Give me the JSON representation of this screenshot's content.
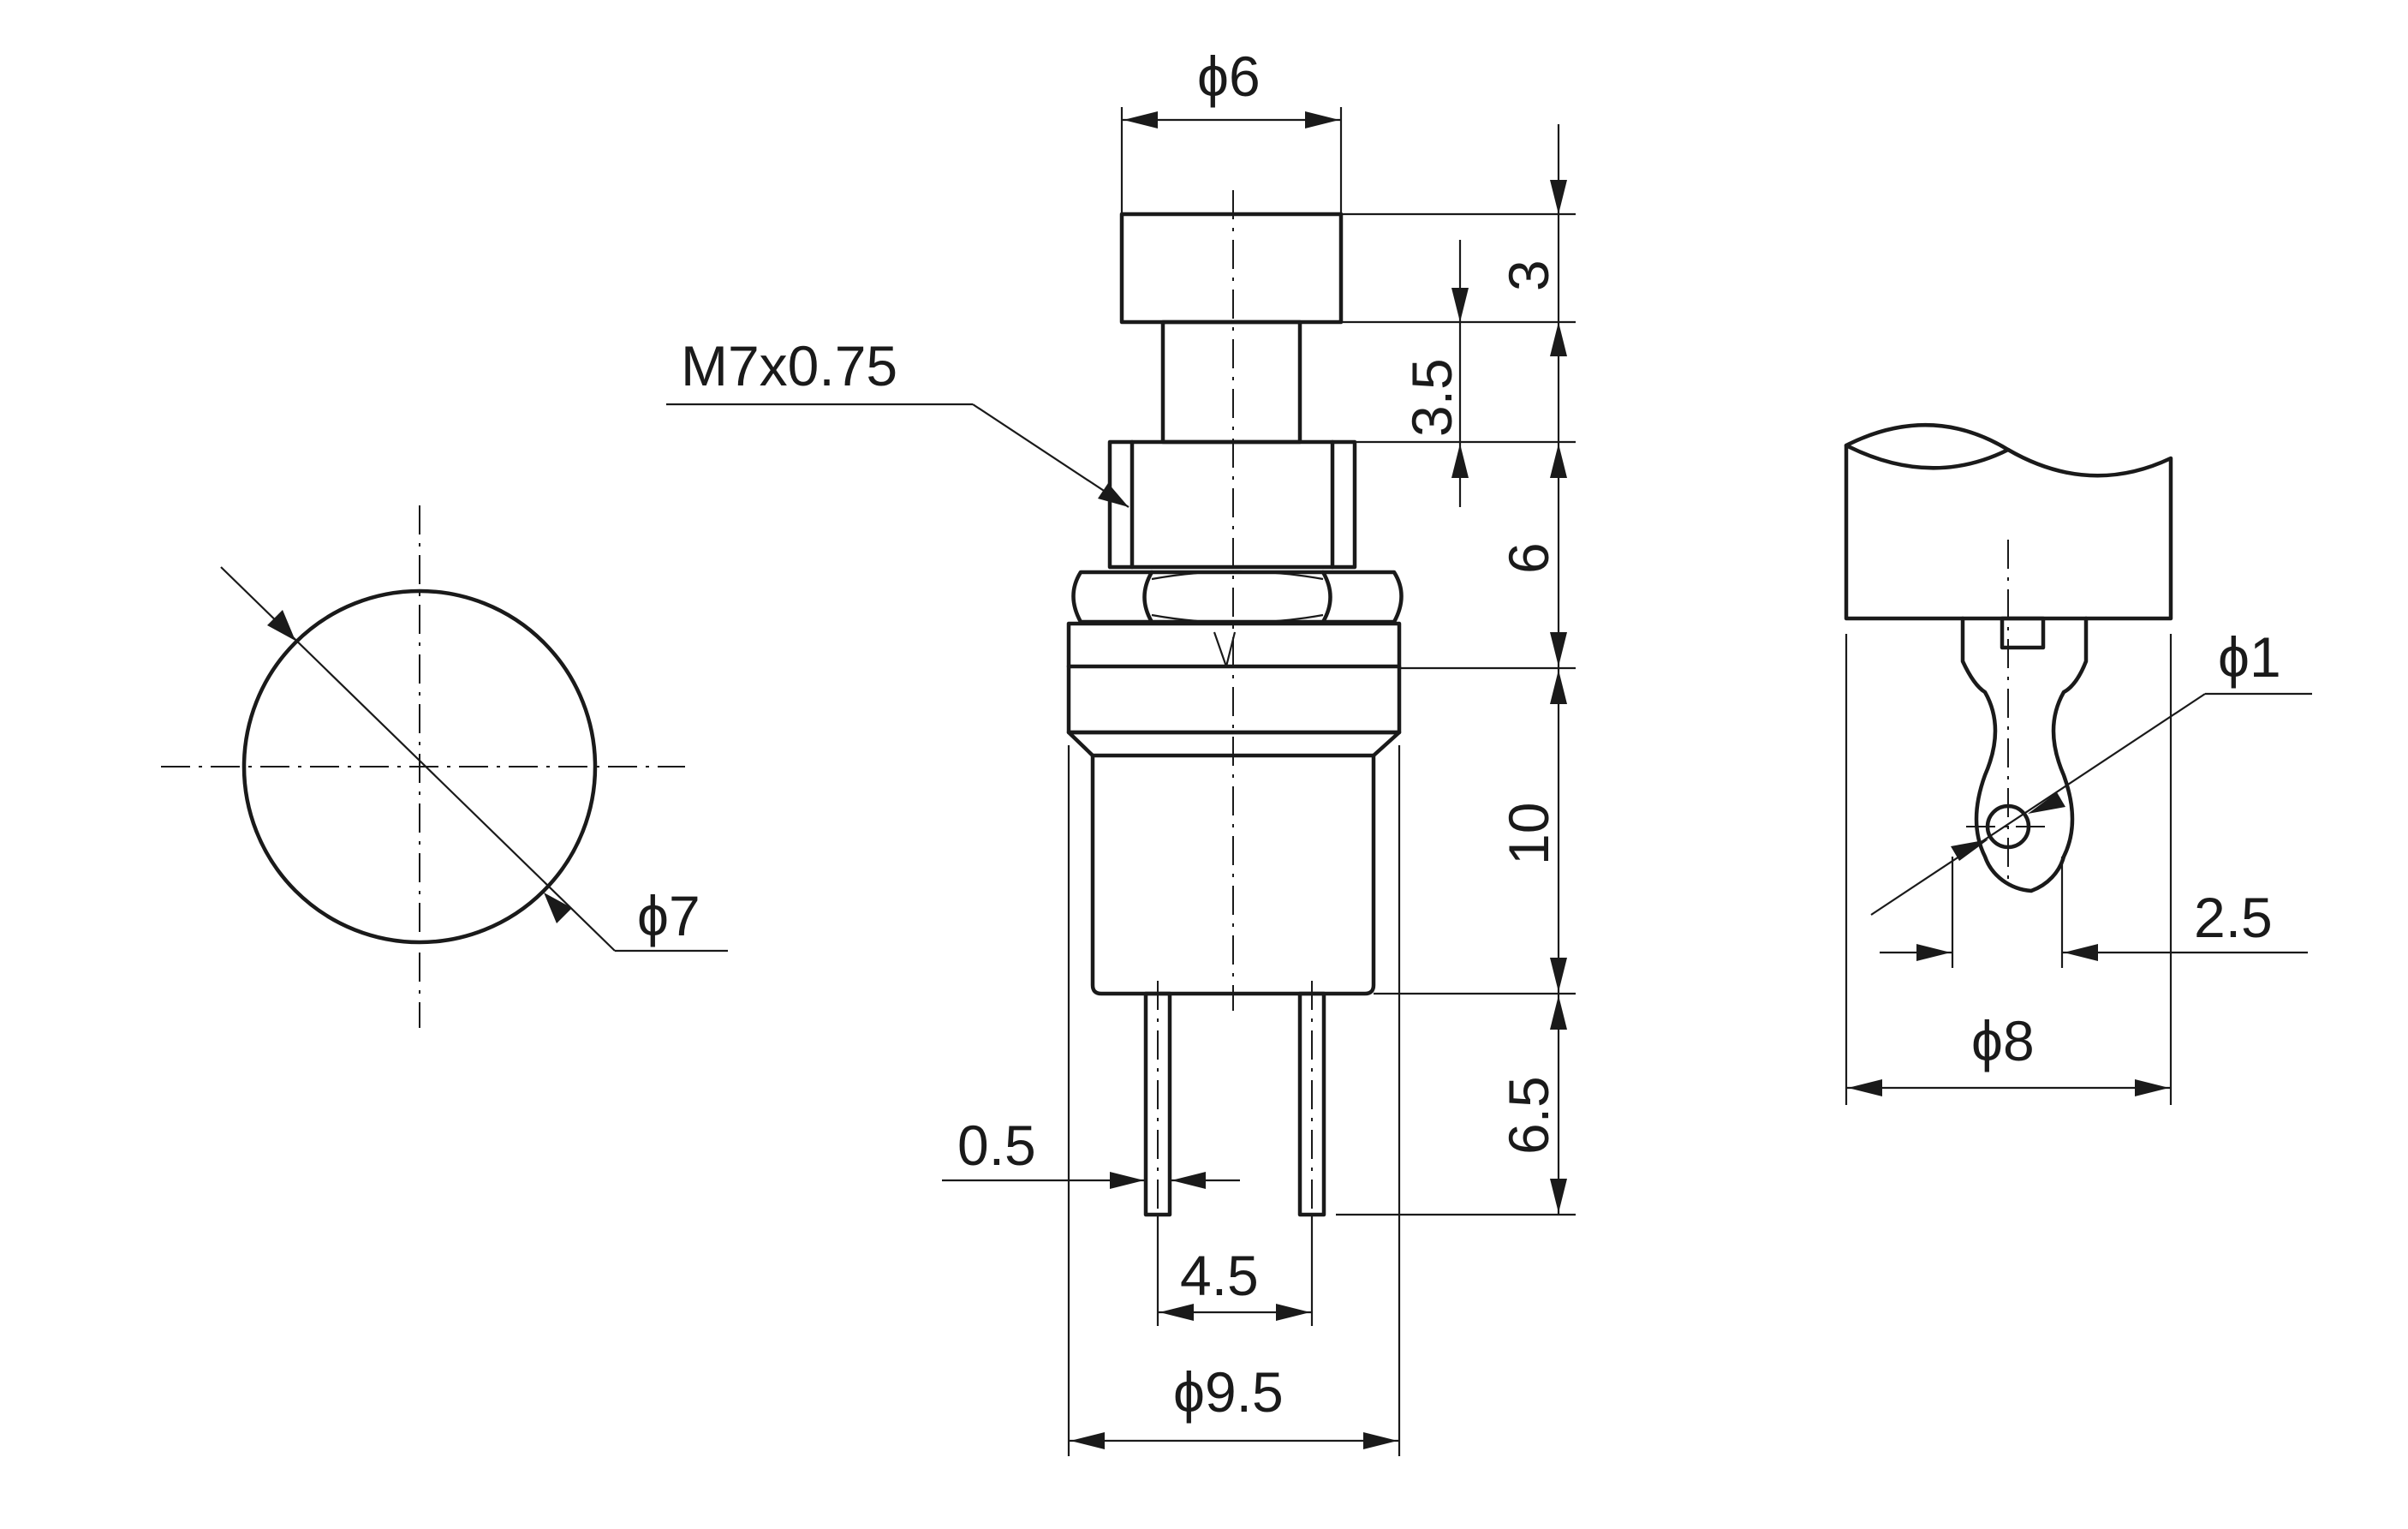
{
  "labels": {
    "phi7": "ϕ7",
    "phi6": "ϕ6",
    "thread": "M7x0.75",
    "d3": "3",
    "d35": "3.5",
    "d6": "6",
    "d10": "10",
    "d65": "6.5",
    "d05": "0.5",
    "d45": "4.5",
    "phi95": "ϕ9.5",
    "phi1": "ϕ1",
    "d25": "2.5",
    "phi8": "ϕ8"
  }
}
